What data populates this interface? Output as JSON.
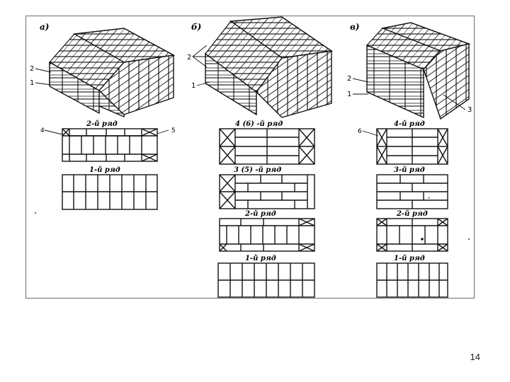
{
  "figure": {
    "panels": [
      {
        "letter": "а)",
        "callouts": [
          "2",
          "1"
        ],
        "rows": [
          {
            "label": "2-й ряд",
            "left_mark": "4",
            "right_mark": "5"
          },
          {
            "label": "1-й ряд"
          }
        ]
      },
      {
        "letter": "б)",
        "callouts": [
          "2",
          "1"
        ],
        "rows": [
          {
            "label": "4 (6) -й ряд"
          },
          {
            "label": "3 (5) -й ряд"
          },
          {
            "label": "2-й ряд"
          },
          {
            "label": "1-й ряд"
          }
        ]
      },
      {
        "letter": "в)",
        "callouts": [
          "2",
          "1",
          "3"
        ],
        "rows": [
          {
            "label": "4-й ряд",
            "left_mark": "6"
          },
          {
            "label": "3-й ряд"
          },
          {
            "label": "2-й ряд"
          },
          {
            "label": "1-й ряд"
          }
        ]
      }
    ]
  },
  "page": {
    "number": "14"
  }
}
